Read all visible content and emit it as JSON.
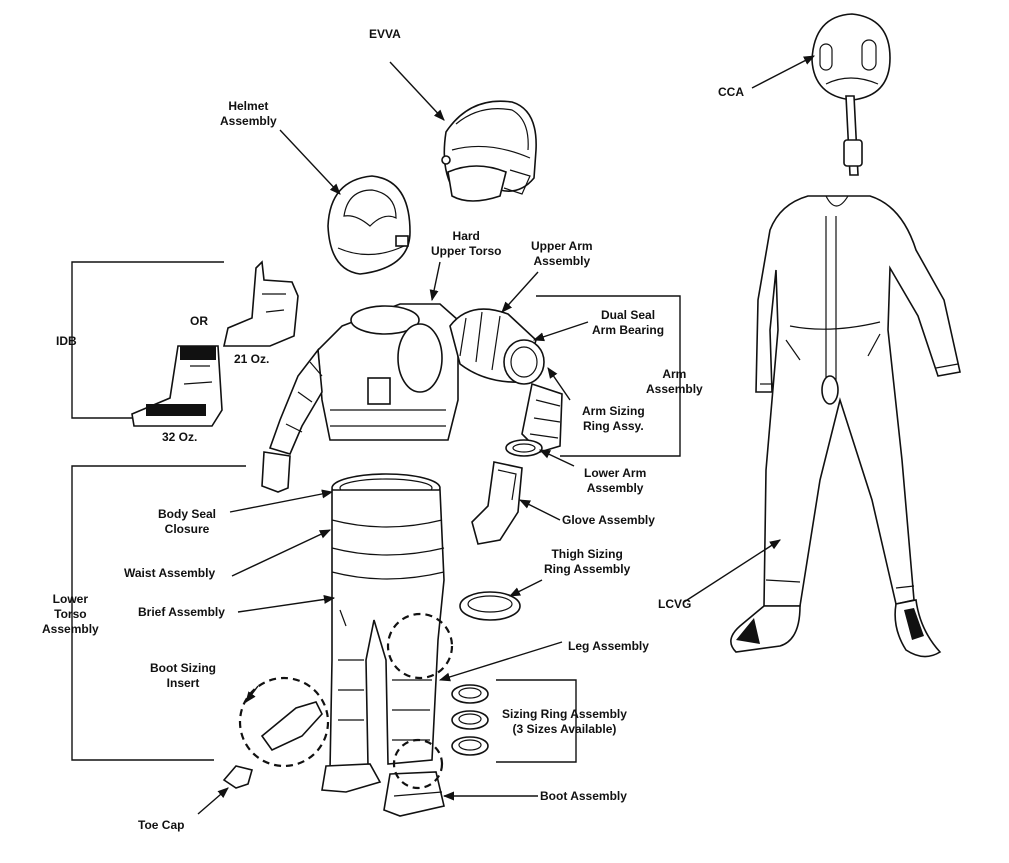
{
  "labels": {
    "evva": "EVVA",
    "helmet": "Helmet\nAssembly",
    "cca": "CCA",
    "hut": "Hard\nUpper Torso",
    "upper_arm": "Upper Arm\nAssembly",
    "idb": "IDB",
    "or": "OR",
    "oz21": "21 Oz.",
    "oz32": "32 Oz.",
    "dual_seal": "Dual Seal\nArm Bearing",
    "arm_assembly": "Arm\nAssembly",
    "arm_sizing": "Arm Sizing\nRing Assy.",
    "lower_arm": "Lower Arm\nAssembly",
    "body_seal": "Body Seal\nClosure",
    "glove": "Glove Assembly",
    "waist": "Waist Assembly",
    "thigh": "Thigh Sizing\nRing Assembly",
    "lower_torso": "Lower\nTorso\nAssembly",
    "brief": "Brief Assembly",
    "lcvg": "LCVG",
    "leg": "Leg Assembly",
    "boot_insert": "Boot Sizing\nInsert",
    "sizing_ring": "Sizing Ring Assembly\n(3 Sizes Available)",
    "boot": "Boot Assembly",
    "toe_cap": "Toe Cap"
  }
}
